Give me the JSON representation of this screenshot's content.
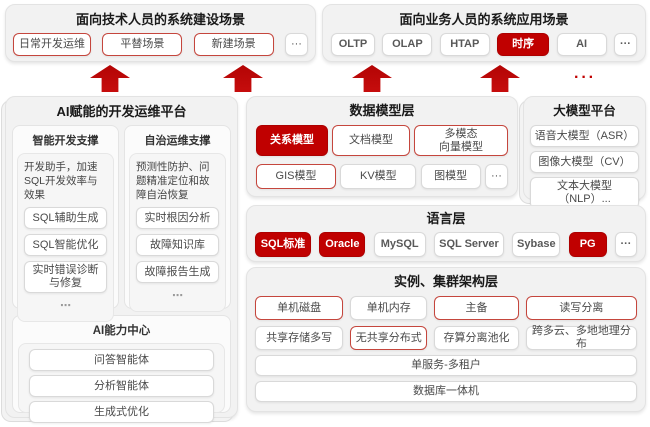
{
  "colors": {
    "accent_red": "#c00000",
    "outline_red": "#c5463d",
    "panel_bg": "#f2f2f2"
  },
  "top_left_panel": {
    "title": "面向技术人员的系统建设场景",
    "chips": [
      {
        "label": "日常开发运维",
        "style": "outline",
        "w": 78,
        "name": "chip-daily-dev-ops"
      },
      {
        "label": "平替场景",
        "style": "outline",
        "w": 80,
        "name": "chip-replacement-scenario"
      },
      {
        "label": "新建场景",
        "style": "outline",
        "w": 80,
        "name": "chip-new-scenario"
      },
      {
        "label": "···",
        "style": "plain",
        "w": 23,
        "name": "chip-more"
      }
    ]
  },
  "top_right_panel": {
    "title": "面向业务人员的系统应用场景",
    "chips": [
      {
        "label": "OLTP",
        "style": "plain",
        "w": 44,
        "name": "chip-oltp"
      },
      {
        "label": "OLAP",
        "style": "plain",
        "w": 50,
        "name": "chip-olap"
      },
      {
        "label": "HTAP",
        "style": "plain",
        "w": 50,
        "name": "chip-htap"
      },
      {
        "label": "时序",
        "style": "fill",
        "w": 52,
        "name": "chip-timeseries"
      },
      {
        "label": "AI",
        "style": "plain",
        "w": 50,
        "name": "chip-ai"
      },
      {
        "label": "···",
        "style": "plain",
        "w": 23,
        "name": "chip-more"
      }
    ]
  },
  "between": {
    "more_dots": "···"
  },
  "ai_platform": {
    "title": "AI赋能的开发运维平台",
    "columns": [
      {
        "header": "智能开发支撑",
        "desc": "开发助手，加速SQL开发效率与效果",
        "chips": [
          {
            "label": "SQL辅助生成",
            "style": "plain",
            "name": "chip-sql-assist-generation"
          },
          {
            "label": "SQL智能优化",
            "style": "plain",
            "name": "chip-sql-smart-optimization"
          },
          {
            "label": "实时错误诊断\n与修复",
            "style": "plain",
            "name": "chip-realtime-error-diagnosis"
          },
          {
            "label": "⋯",
            "style": "bare",
            "name": "more-dots"
          }
        ]
      },
      {
        "header": "自治运维支撑",
        "desc": "预测性防护、问题精准定位和故障自治恢复",
        "chips": [
          {
            "label": "实时根因分析",
            "style": "plain",
            "name": "chip-realtime-root-cause"
          },
          {
            "label": "故障知识库",
            "style": "plain",
            "name": "chip-fault-knowledge-base"
          },
          {
            "label": "故障报告生成",
            "style": "plain",
            "name": "chip-fault-report-generation"
          },
          {
            "label": "⋯",
            "style": "bare",
            "name": "more-dots"
          }
        ]
      }
    ],
    "ai_center": {
      "header": "AI能力中心",
      "chips": [
        {
          "label": "问答智能体",
          "style": "plain",
          "name": "chip-qa-agent"
        },
        {
          "label": "分析智能体",
          "style": "plain",
          "name": "chip-analysis-agent"
        },
        {
          "label": "生成式优化",
          "style": "plain",
          "name": "chip-generative-optimization"
        }
      ]
    }
  },
  "data_model_layer": {
    "title": "数据模型层",
    "row1": [
      {
        "label": "关系模型",
        "style": "fill",
        "w": 72,
        "name": "chip-relational-model"
      },
      {
        "label": "文档模型",
        "style": "outline",
        "w": 78,
        "name": "chip-document-model"
      },
      {
        "label": "多模态\n向量模型",
        "style": "outline",
        "w": 94,
        "name": "chip-multimodal-vector-model"
      }
    ],
    "row2": [
      {
        "label": "GIS模型",
        "style": "outline",
        "w": 80,
        "name": "chip-gis-model"
      },
      {
        "label": "KV模型",
        "style": "plain",
        "w": 76,
        "name": "chip-kv-model"
      },
      {
        "label": "图模型",
        "style": "plain",
        "w": 60,
        "name": "chip-graph-model"
      },
      {
        "label": "···",
        "style": "plain",
        "w": 23,
        "name": "chip-more"
      }
    ]
  },
  "llm_platform": {
    "title": "大模型平台",
    "chips": [
      {
        "label": "语音大模型（ASR）",
        "style": "plain",
        "name": "chip-speech-llm-asr"
      },
      {
        "label": "图像大模型（CV）",
        "style": "plain",
        "name": "chip-image-llm-cv"
      },
      {
        "label": "文本大模型（NLP）...",
        "style": "plain",
        "name": "chip-text-llm-nlp"
      }
    ]
  },
  "language_layer": {
    "title": "语言层",
    "chips": [
      {
        "label": "SQL标准",
        "style": "fill",
        "w": 56,
        "name": "chip-sql-standard"
      },
      {
        "label": "Oracle",
        "style": "fill",
        "w": 46,
        "name": "chip-oracle"
      },
      {
        "label": "MySQL",
        "style": "plain",
        "w": 52,
        "name": "chip-mysql"
      },
      {
        "label": "SQL Server",
        "style": "plain",
        "w": 70,
        "name": "chip-sql-server"
      },
      {
        "label": "Sybase",
        "style": "plain",
        "w": 48,
        "name": "chip-sybase"
      },
      {
        "label": "PG",
        "style": "fill",
        "w": 38,
        "name": "chip-pg"
      },
      {
        "label": "···",
        "style": "plain",
        "w": 22,
        "name": "chip-more"
      }
    ]
  },
  "cluster_layer": {
    "title": "实例、集群架构层",
    "row1": [
      {
        "label": "单机磁盘",
        "style": "outline",
        "flex": "1.05",
        "name": "chip-single-machine-disk"
      },
      {
        "label": "单机内存",
        "style": "plain",
        "flex": "0.9",
        "name": "chip-single-machine-memory"
      },
      {
        "label": "主备",
        "style": "outline",
        "flex": "1",
        "name": "chip-primary-standby"
      },
      {
        "label": "读写分离",
        "style": "outline",
        "flex": "1.35",
        "name": "chip-read-write-split"
      }
    ],
    "row2": [
      {
        "label": "共享存储多写",
        "style": "plain",
        "flex": "1.05",
        "name": "chip-shared-storage-multiwrite"
      },
      {
        "label": "无共享分布式",
        "style": "outline",
        "flex": "0.9",
        "name": "chip-shared-nothing-distributed"
      },
      {
        "label": "存算分离池化",
        "style": "plain",
        "flex": "1",
        "name": "chip-storage-compute-separation"
      },
      {
        "label": "跨多云、多地地理分布",
        "style": "plain",
        "flex": "1.35",
        "name": "chip-multicloud-geo-distribution"
      }
    ],
    "bars": [
      {
        "label": "单服务-多租户",
        "style": "plain",
        "name": "chip-single-service-multitenant"
      },
      {
        "label": "数据库一体机",
        "style": "plain",
        "name": "chip-database-appliance"
      }
    ]
  }
}
